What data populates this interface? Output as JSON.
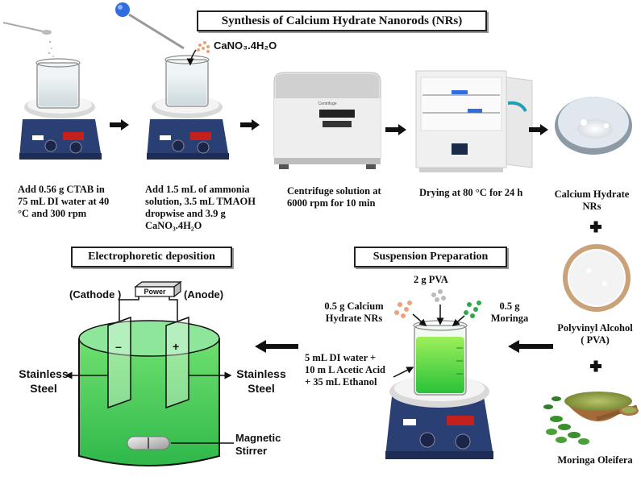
{
  "title": "Synthesis of Calcium Hydrate Nanorods (NRs)",
  "top_steps": {
    "s1": [
      "Add 0.56 g CTAB in",
      "75 mL DI water at 40",
      "°C and 300 rpm"
    ],
    "s2": [
      "Add 1.5 mL of ammonia",
      "solution, 3.5 mL TMAOH",
      "dropwise and 3.9 g",
      "CaNO₃.4H₂O"
    ],
    "s3": [
      "Centrifuge solution at",
      "6000 rpm for 10 min"
    ],
    "s4": "Drying at 80 °C for 24 h",
    "s5": [
      "Calcium Hydrate",
      "NRs"
    ]
  },
  "reagent_label": "CaNO₃.4H₂O",
  "centrifuge_label": "Centrifuge",
  "suspension": {
    "title": "Suspension Preparation",
    "pva": "2 g PVA",
    "calcium": [
      "0.5 g Calcium",
      "Hydrate NRs"
    ],
    "moringa": [
      "0.5 g",
      "Moringa"
    ],
    "solvent": [
      "5 mL  DI water +",
      "10 m L  Acetic Acid",
      "+ 35 mL Ethanol"
    ]
  },
  "right_column": {
    "pva": [
      "Polyvinyl Alcohol",
      "( PVA)"
    ],
    "moringa": "Moringa Oleifera"
  },
  "epd": {
    "title": "Electrophoretic deposition",
    "cathode": "(Cathode )",
    "anode": "(Anode)",
    "power": "Power",
    "minus": "–",
    "plus": "+",
    "left_label": [
      "Stainless",
      "Steel"
    ],
    "right_label": [
      "Stainless",
      "Steel"
    ],
    "stirrer": [
      "Magnetic",
      "Stirrer"
    ]
  },
  "colors": {
    "green": "#52d06a",
    "hotplate_blue": "#2a3f73",
    "display_red": "#c3201e"
  }
}
